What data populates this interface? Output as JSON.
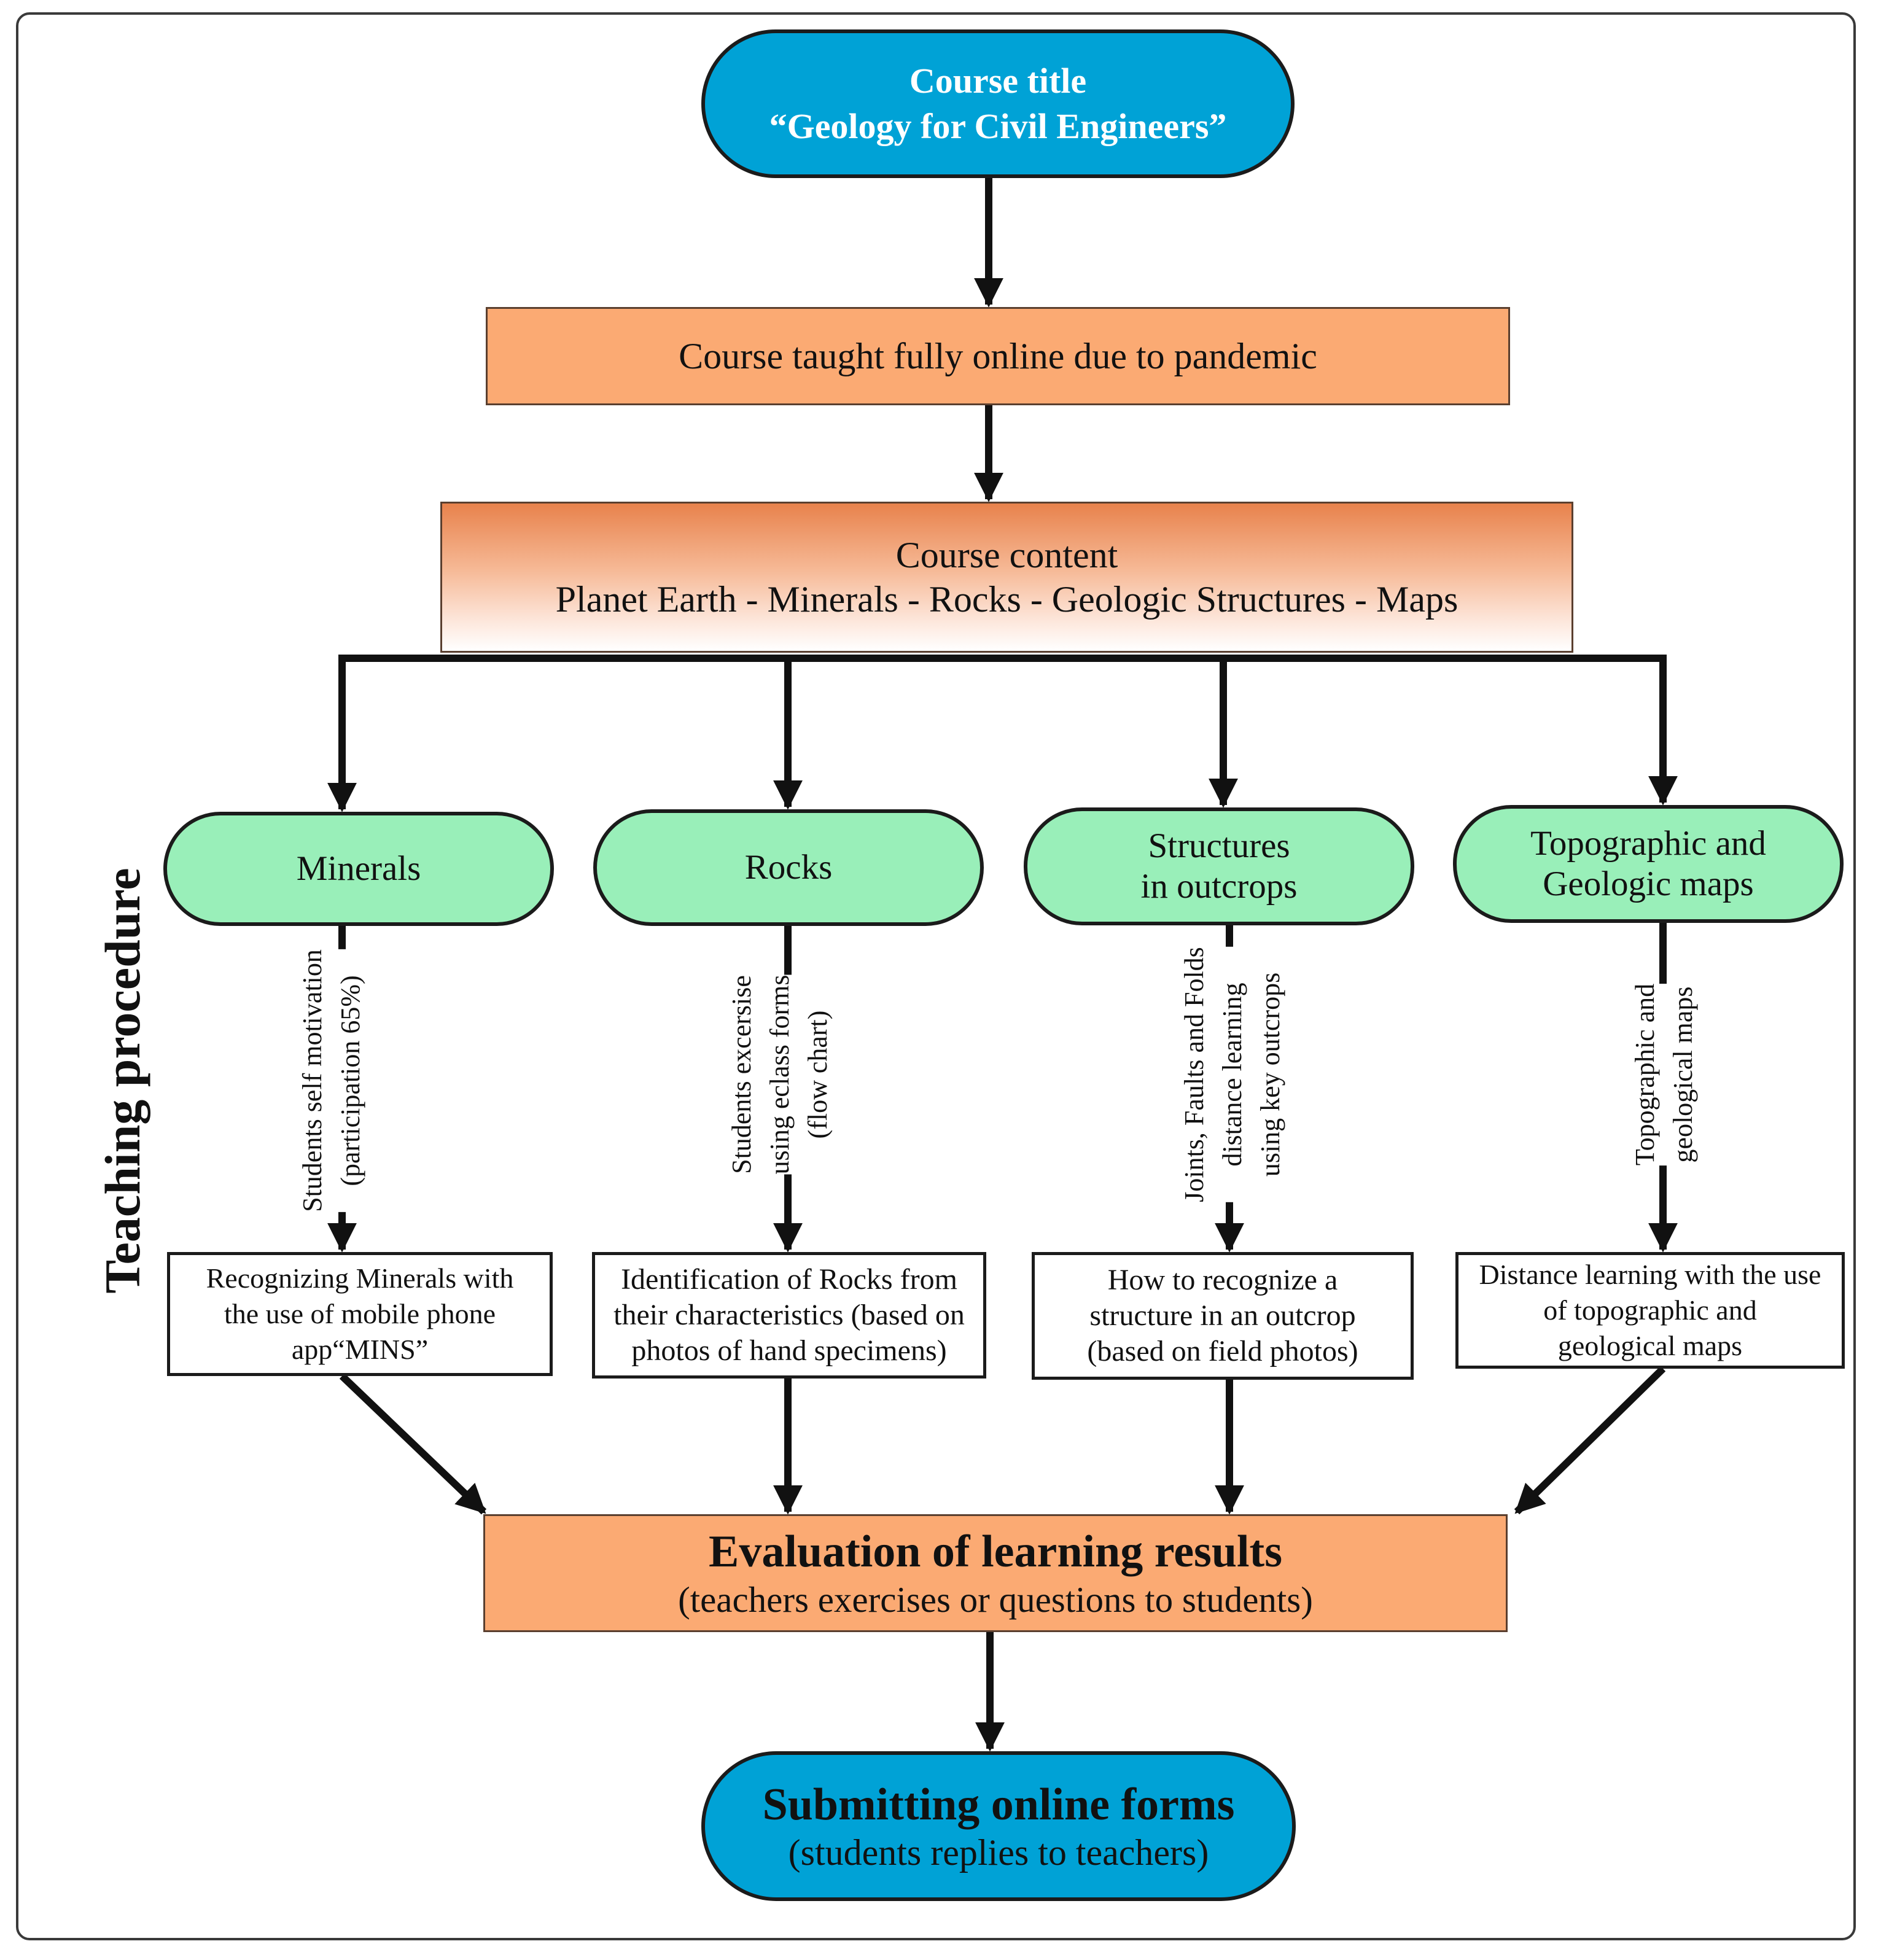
{
  "course_title": {
    "line1": "Course title",
    "line2": "“Geology for Civil Engineers”"
  },
  "online_box": {
    "text": "Course taught fully online due to pandemic"
  },
  "content_box": {
    "line1": "Course content",
    "line2": "Planet Earth - Minerals - Rocks - Geologic Structures - Maps"
  },
  "side_label": "Teaching procedure",
  "topics": [
    {
      "line1": "Minerals",
      "line2": ""
    },
    {
      "line1": "Rocks",
      "line2": ""
    },
    {
      "line1": "Structures",
      "line2": "in outcrops"
    },
    {
      "line1": "Topographic and",
      "line2": "Geologic maps"
    }
  ],
  "edge_labels": [
    {
      "line1": "Students self motivation",
      "line2": "(participation 65%)",
      "line3": ""
    },
    {
      "line1": "Students excersise",
      "line2": "using eclass forms",
      "line3": "(flow chart)"
    },
    {
      "line1": "Joints, Faults and Folds",
      "line2": "distance learning",
      "line3": "using key outcrops"
    },
    {
      "line1": "Topographic and",
      "line2": "geological maps",
      "line3": ""
    }
  ],
  "outcomes": [
    {
      "line1": "Recognizing Minerals with",
      "line2": "the use of mobile phone",
      "line3": "app“MINS”"
    },
    {
      "line1": "Identification of Rocks from",
      "line2": "their characteristics (based on",
      "line3": "photos of hand specimens)"
    },
    {
      "line1": "How to recognize a",
      "line2": "structure in an outcrop",
      "line3": "(based on field photos)"
    },
    {
      "line1": "Distance learning with the use",
      "line2": "of topographic and",
      "line3": "geological maps"
    }
  ],
  "evaluation": {
    "title": "Evaluation of learning results",
    "subtitle": "(teachers exercises or questions to students)"
  },
  "submission": {
    "title": "Submitting online forms",
    "subtitle": "(students replies to teachers)"
  },
  "colors": {
    "blue": "#00a2d6",
    "orange": "#fbaa73",
    "green": "#99efb9",
    "gradient_top": "#e8824c"
  }
}
